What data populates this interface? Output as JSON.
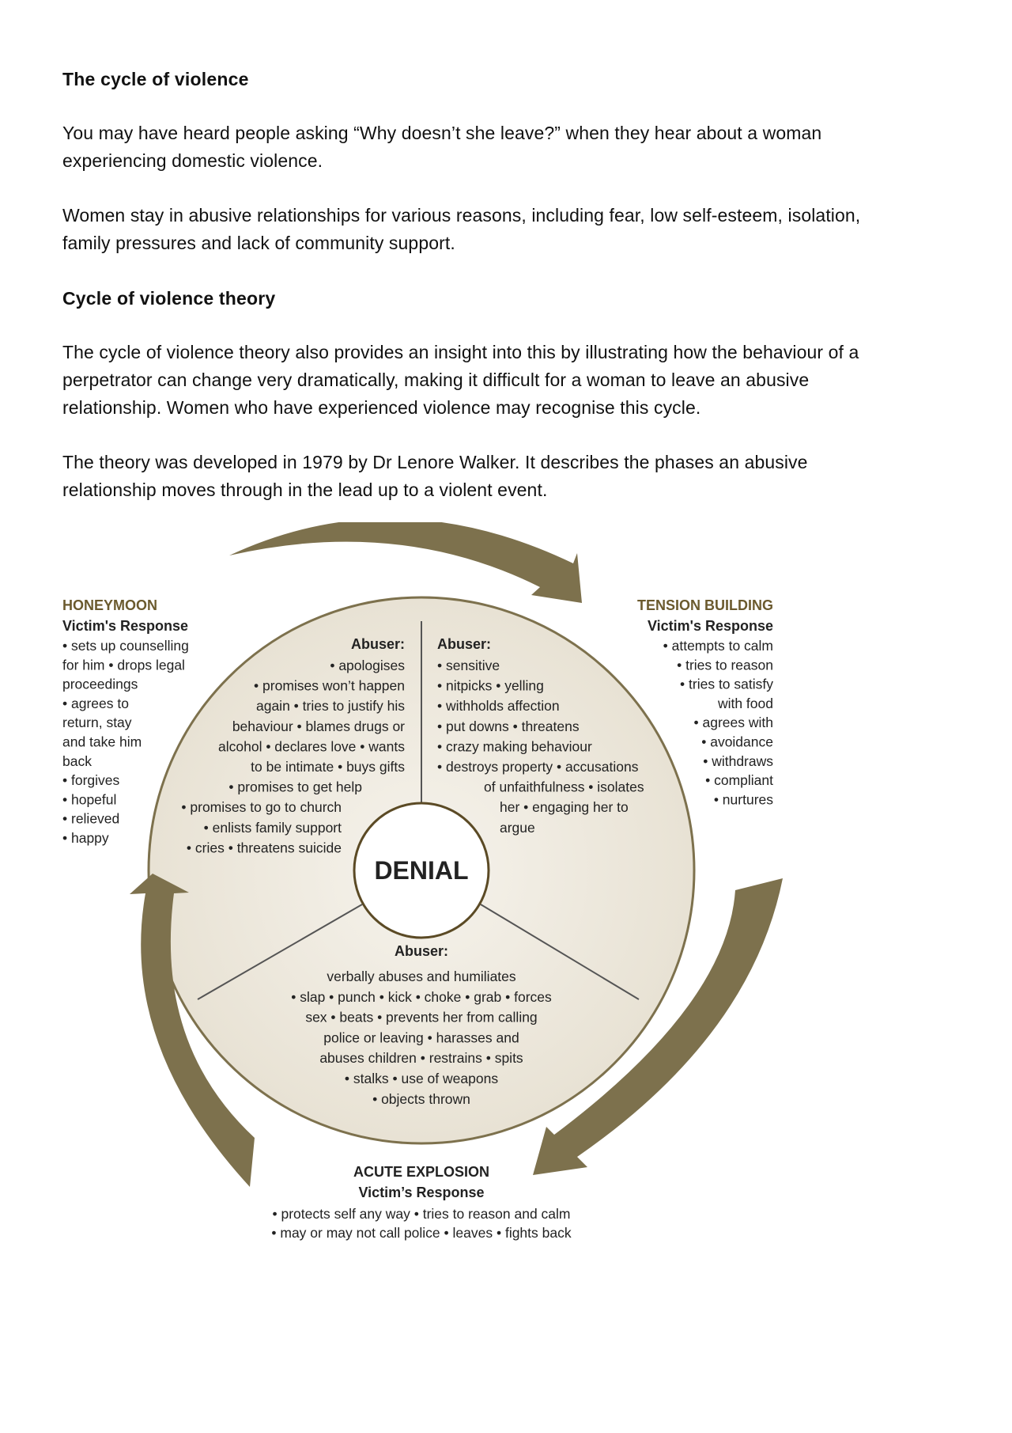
{
  "article": {
    "heading1": "The cycle of violence",
    "para1_line1": "You may have heard people asking “Why doesn’t she leave?” when they hear about a woman",
    "para1_line2": "experiencing domestic violence.",
    "para2_line1": "Women stay in abusive relationships for various reasons, including fear, low self-esteem, isolation,",
    "para2_line2": "family pressures and lack of community support.",
    "heading2": "Cycle of violence theory",
    "para3_line1": "The cycle of violence theory also provides an insight into this by illustrating how the behaviour of a",
    "para3_line2": "perpetrator can change very dramatically, making it difficult for a woman to leave an abusive",
    "para3_line3": "relationship. Women who have experienced violence may recognise this cycle.",
    "para4_line1": "The theory was developed in 1979 by Dr Lenore Walker. It describes the phases an abusive",
    "para4_line2": "relationship moves through in the lead up to a violent event."
  },
  "diagram": {
    "colors": {
      "arrow": "#7d714d",
      "phase_title": "#6b5a2e",
      "circle_fill": "#ece7dc",
      "circle_stroke": "#7d714d"
    },
    "center": "DENIAL",
    "honeymoon": {
      "title": "HONEYMOON",
      "response_title": "Victim's Response",
      "response": [
        "• sets up counselling",
        "for him • drops legal",
        "proceedings",
        "• agrees to",
        "return, stay",
        "and take him",
        "back",
        "• forgives",
        "• hopeful",
        "• relieved",
        "• happy"
      ],
      "abuser_title": "Abuser:",
      "abuser": [
        "• apologises",
        "• promises won’t happen",
        "again • tries to justify his",
        "behaviour • blames drugs or",
        "alcohol • declares love • wants",
        "to be intimate • buys gifts",
        "• promises to get help",
        "• promises to go to church",
        "• enlists family support",
        "• cries • threatens suicide"
      ]
    },
    "tension": {
      "title": "TENSION BUILDING",
      "response_title": "Victim's Response",
      "response": [
        "• attempts to calm",
        "• tries to reason",
        "• tries to satisfy",
        "with food",
        "• agrees with",
        "• avoidance",
        "• withdraws",
        "• compliant",
        "• nurtures"
      ],
      "abuser_title": "Abuser:",
      "abuser": [
        "• sensitive",
        "• nitpicks • yelling",
        "• withholds affection",
        "• put downs • threatens",
        "• crazy making behaviour",
        "• destroys property • accusations",
        "of unfaithfulness • isolates",
        "her • engaging her to",
        "argue"
      ]
    },
    "explosion": {
      "title": "ACUTE EXPLOSION",
      "response_title": "Victim’s Response",
      "response": [
        "• protects self any way • tries to reason and calm",
        "• may or may not call police • leaves • fights back"
      ],
      "abuser_title": "Abuser:",
      "abuser": [
        "verbally abuses and humiliates",
        "• slap • punch • kick • choke • grab • forces",
        "sex • beats • prevents her from calling",
        "police or leaving • harasses and",
        "abuses children • restrains • spits",
        "• stalks • use of weapons",
        "• objects thrown"
      ]
    }
  }
}
